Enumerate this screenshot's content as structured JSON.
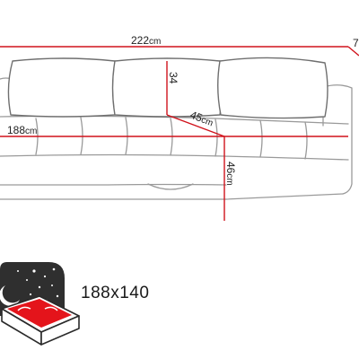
{
  "dimensions": {
    "width_total": {
      "value": "222",
      "unit": "cm"
    },
    "depth_right": {
      "value": "7",
      "unit": ""
    },
    "backrest": {
      "value": "34",
      "unit": ""
    },
    "seat_depth": {
      "value": "45",
      "unit": "cm"
    },
    "seat_width": {
      "value": "188",
      "unit": "cm"
    },
    "seat_height": {
      "value": "46",
      "unit": "cm"
    }
  },
  "sleeping_area": {
    "label": "188x140"
  },
  "colors": {
    "dimension_line": "#d0121b",
    "outline": "#9a9a9a",
    "badge": "#2f2f2f",
    "mattress": "#e4141b"
  },
  "icons": [
    "sofa-bed-outline",
    "night-sky-icon",
    "mattress-icon"
  ]
}
